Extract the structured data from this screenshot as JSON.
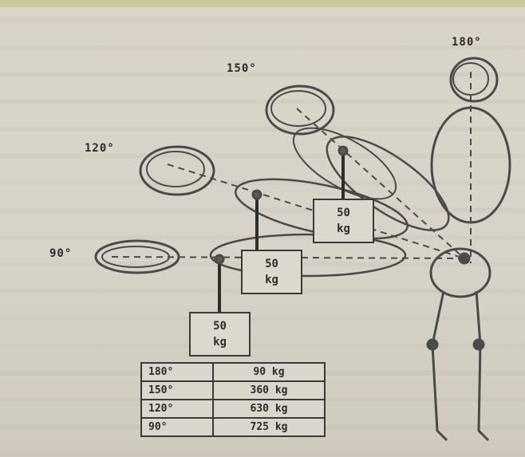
{
  "angles": {
    "a180": "180°",
    "a150": "150°",
    "a120": "120°",
    "a90": "90°"
  },
  "weights": [
    {
      "value": "50",
      "unit": "kg"
    },
    {
      "value": "50",
      "unit": "kg"
    },
    {
      "value": "50",
      "unit": "kg"
    }
  ],
  "table": {
    "rows": [
      {
        "angle": "180°",
        "load": "90  kg"
      },
      {
        "angle": "150°",
        "load": "360 kg"
      },
      {
        "angle": "120°",
        "load": "630 kg"
      },
      {
        "angle": "90°",
        "load": "725 kg"
      }
    ]
  },
  "colors": {
    "ink": "#2b2b2b",
    "paper": "#d8d4c9"
  }
}
